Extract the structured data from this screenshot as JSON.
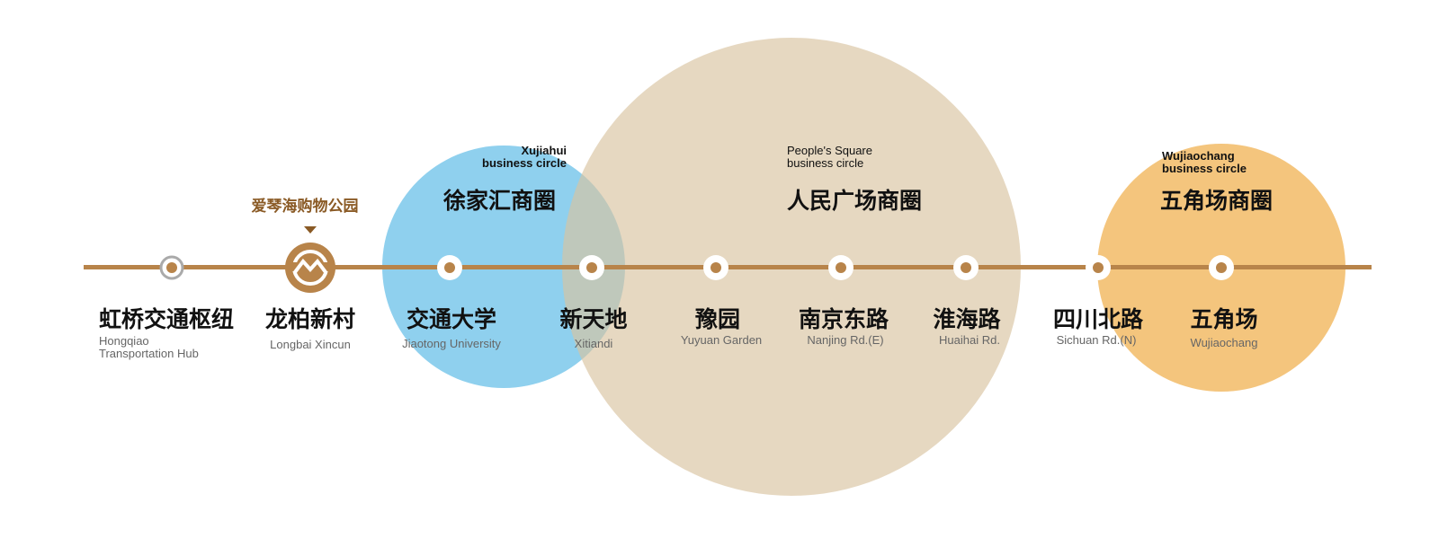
{
  "colors": {
    "line": "#b8844a",
    "xujiahui": "#8fd0ee",
    "peoples_square": "#e6d4b9",
    "wujiaochang": "#f4c57d"
  },
  "mall": {
    "name": "爱琴海购物公园"
  },
  "circles": [
    {
      "en_line1": "Xujiahui",
      "en_line2": "business circle",
      "zh": "徐家汇商圈"
    },
    {
      "en_line1": "People's Square",
      "en_line2": "business circle",
      "zh": "人民广场商圈"
    },
    {
      "en_line1": "Wujiaochang",
      "en_line2": "business circle",
      "zh": "五角场商圈"
    }
  ],
  "stations": [
    {
      "zh": "虹桥交通枢纽",
      "en": "Hongqiao",
      "en2": "Transportation Hub"
    },
    {
      "zh": "龙柏新村",
      "en": "Longbai Xincun"
    },
    {
      "zh": "交通大学",
      "en": "Jiaotong University"
    },
    {
      "zh": "新天地",
      "en": "Xitiandi"
    },
    {
      "zh": "豫园",
      "en": "Yuyuan  Garden"
    },
    {
      "zh": "南京东路",
      "en": "Nanjing Rd.(E)"
    },
    {
      "zh": "淮海路",
      "en": "Huaihai Rd."
    },
    {
      "zh": "四川北路",
      "en": "Sichuan Rd.(N)"
    },
    {
      "zh": "五角场",
      "en": "Wujiaochang"
    }
  ]
}
